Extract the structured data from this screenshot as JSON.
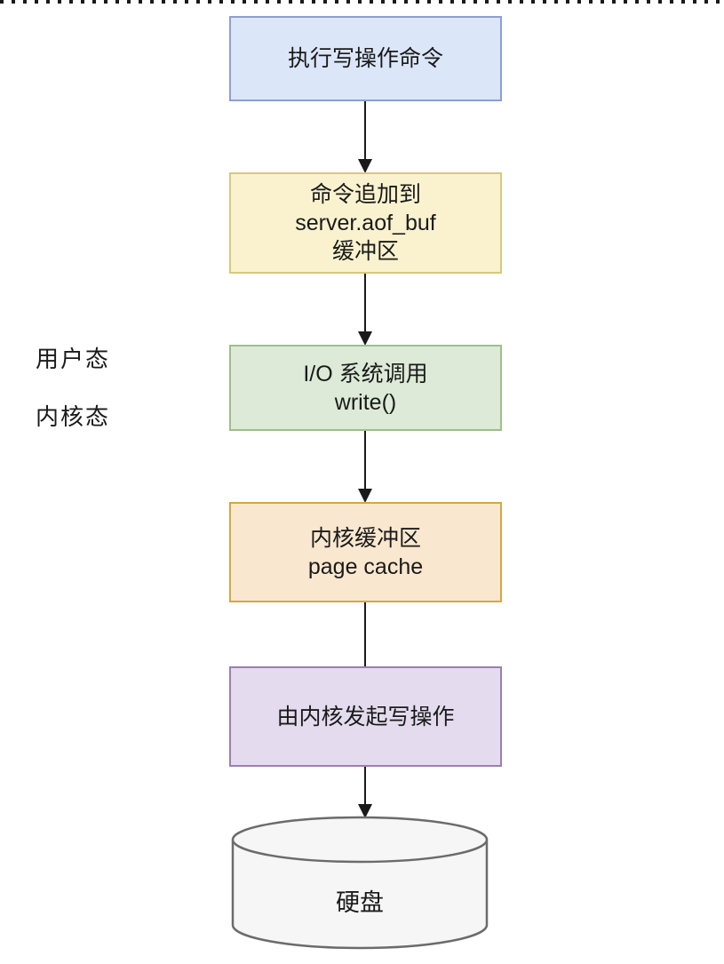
{
  "diagram": {
    "background_color": "#ffffff",
    "text_color": "#1a1a1a",
    "mode_divider": {
      "style": "dotted",
      "color": "#1a1a1a",
      "user_label": "用户态",
      "kernel_label": "内核态"
    },
    "nodes": [
      {
        "id": "execute-command",
        "shape": "rect",
        "fill": "#dce6f9",
        "border": "#8d9fd4",
        "lines": [
          "执行写操作命令"
        ]
      },
      {
        "id": "aof-buffer",
        "shape": "rect",
        "fill": "#faf2cf",
        "border": "#d8c87f",
        "lines": [
          "命令追加到",
          "server.aof_buf",
          "缓冲区"
        ]
      },
      {
        "id": "io-syscall",
        "shape": "rect",
        "fill": "#dcead7",
        "border": "#9fbe8b",
        "lines": [
          "I/O 系统调用",
          "write()"
        ]
      },
      {
        "id": "page-cache",
        "shape": "rect",
        "fill": "#f9e8cf",
        "border": "#d2a843",
        "lines": [
          "内核缓冲区",
          "page cache"
        ]
      },
      {
        "id": "kernel-write",
        "shape": "rect",
        "fill": "#e4dcee",
        "border": "#9c7fb0",
        "lines": [
          "由内核发起写操作"
        ]
      },
      {
        "id": "disk",
        "shape": "cylinder",
        "fill": "#f6f6f6",
        "border": "#6b6b6b",
        "lines": [
          "硬盘"
        ]
      }
    ],
    "edges": [
      {
        "from": "execute-command",
        "to": "aof-buffer",
        "arrow": true
      },
      {
        "from": "aof-buffer",
        "to": "io-syscall",
        "arrow": true
      },
      {
        "from": "io-syscall",
        "to": "page-cache",
        "arrow": true
      },
      {
        "from": "page-cache",
        "to": "kernel-write",
        "arrow": false
      },
      {
        "from": "kernel-write",
        "to": "disk",
        "arrow": true
      }
    ]
  }
}
